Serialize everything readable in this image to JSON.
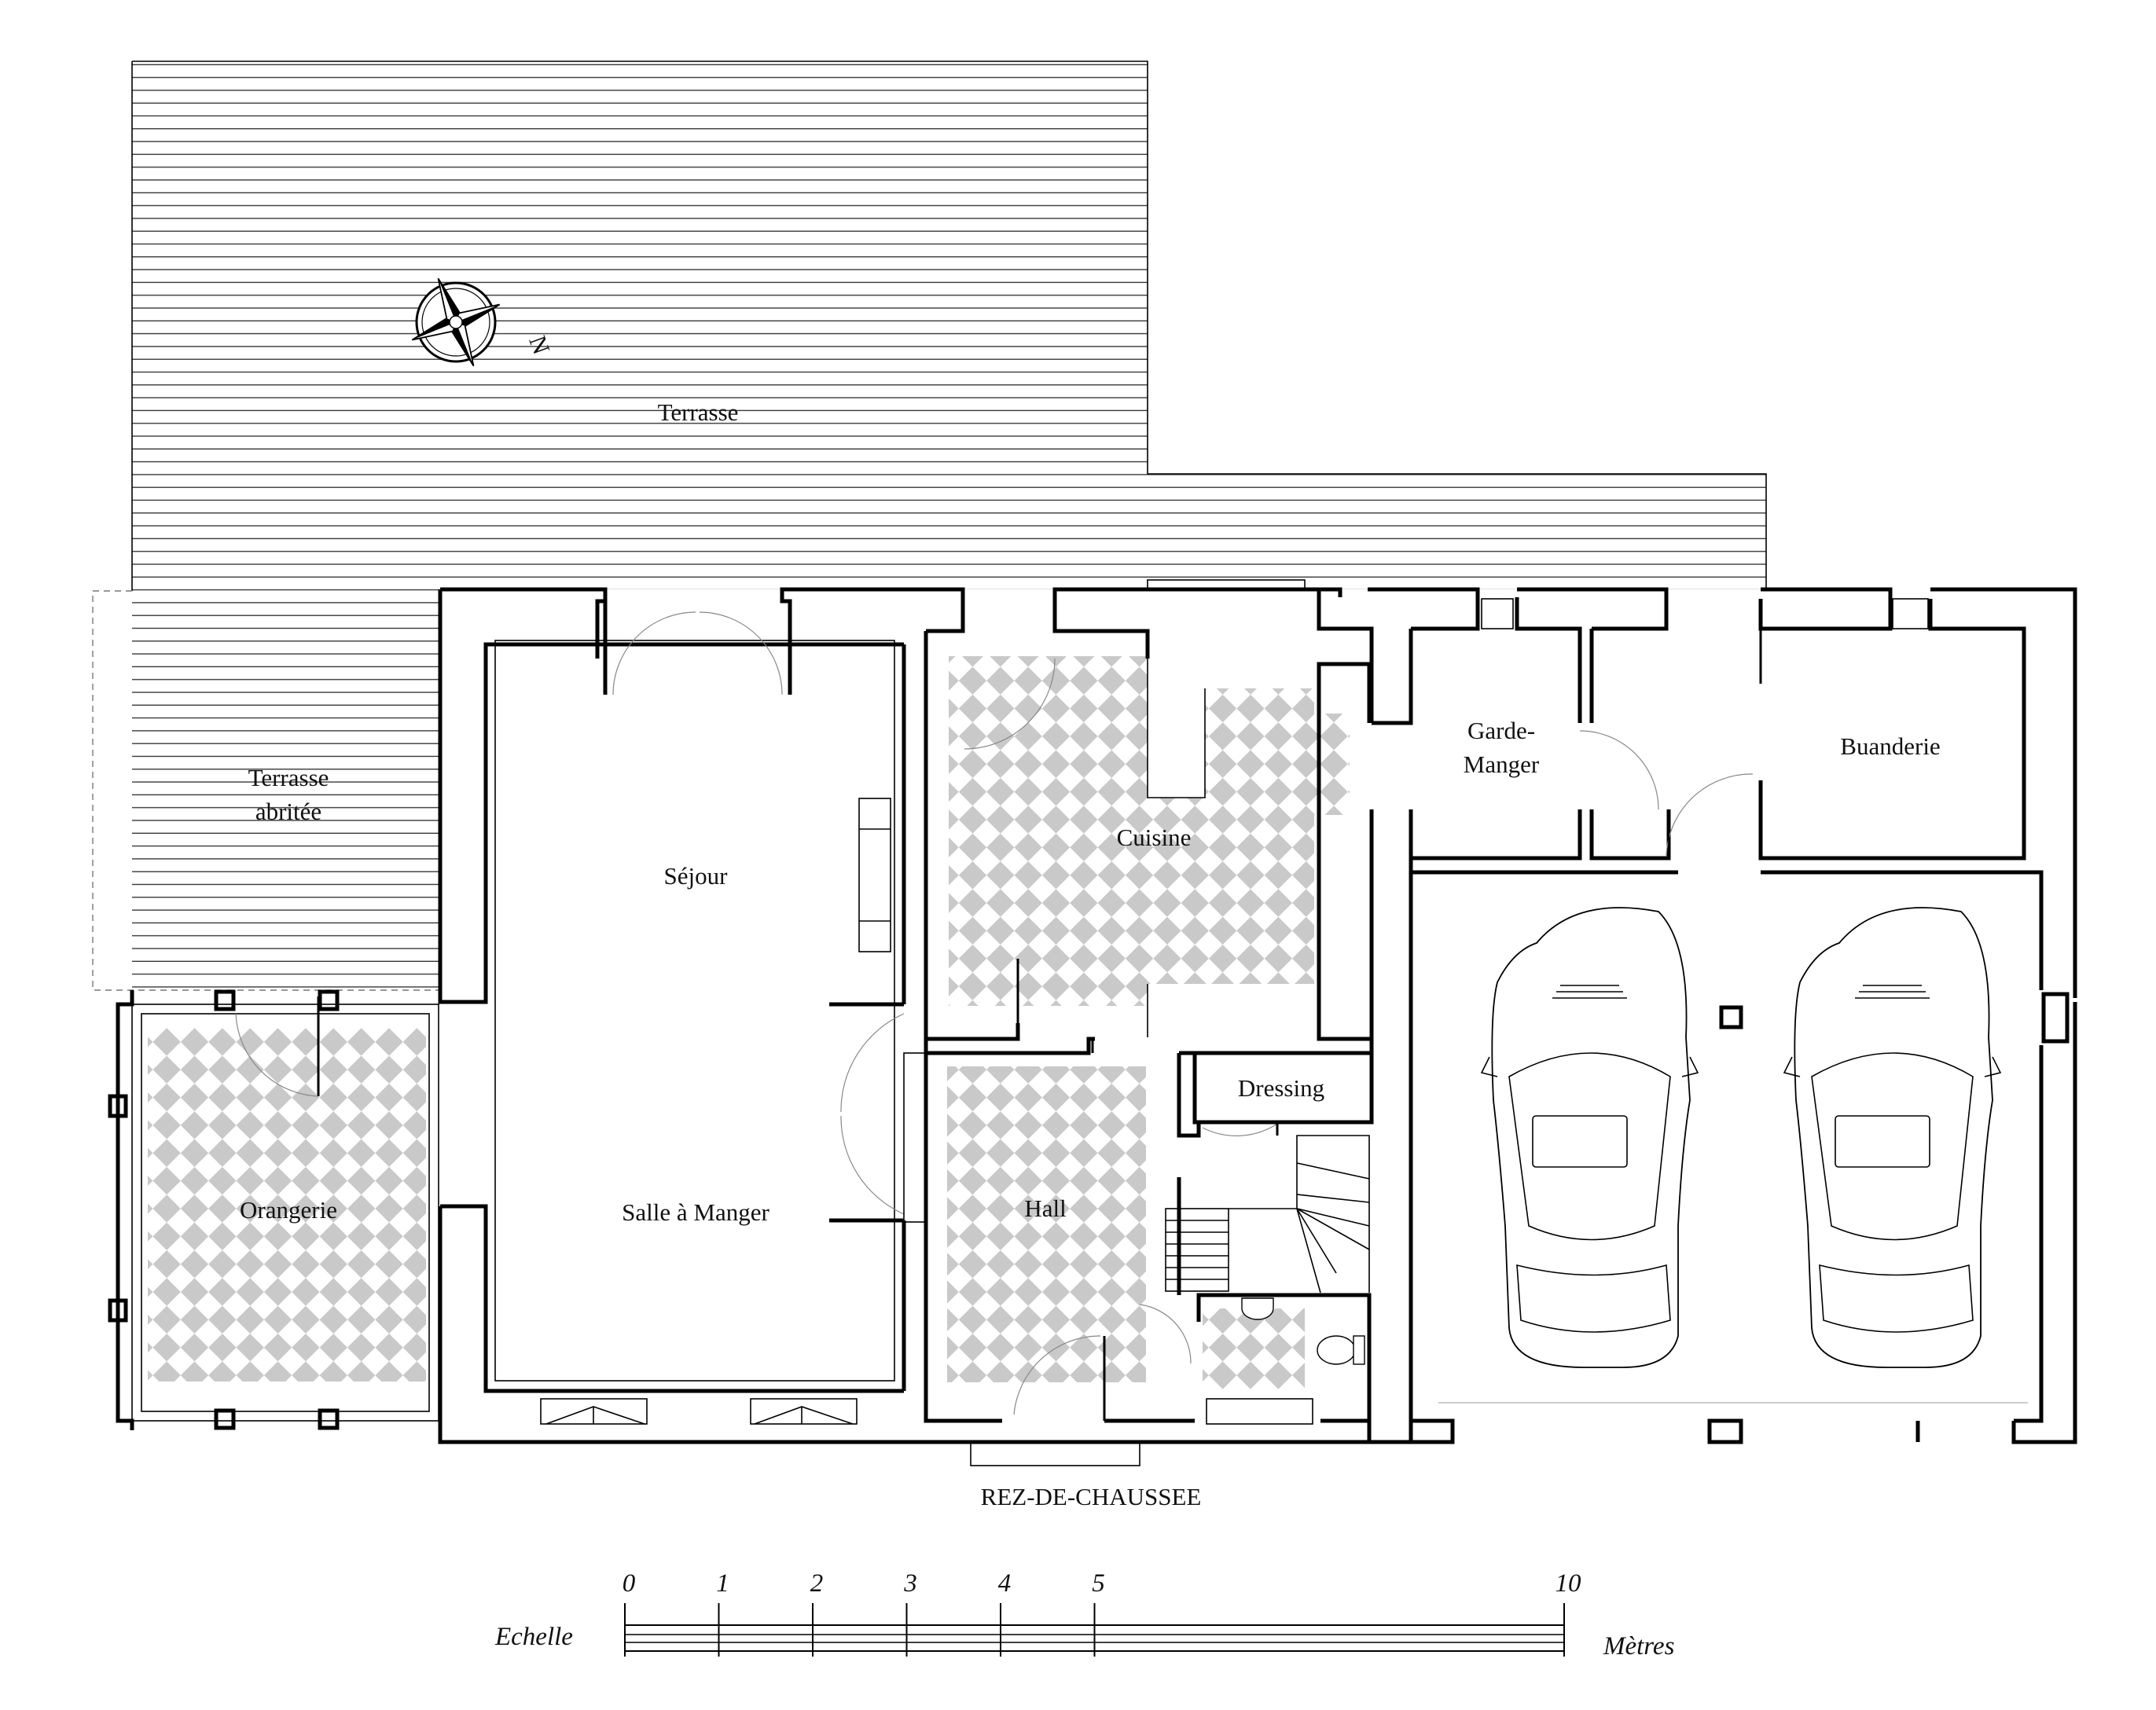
{
  "title": "REZ-DE-CHAUSSEE",
  "rooms": {
    "terrasse": "Terrasse",
    "terrasse_abritee_line1": "Terrasse",
    "terrasse_abritee_line2": "abritée",
    "sejour": "Séjour",
    "salle_a_manger": "Salle à Manger",
    "cuisine": "Cuisine",
    "garde_manger_line1": "Garde-",
    "garde_manger_line2": "Manger",
    "buanderie": "Buanderie",
    "orangerie": "Orangerie",
    "hall": "Hall",
    "dressing": "Dressing"
  },
  "compass": {
    "north_label": "N",
    "icon": "compass-rose-icon"
  },
  "scale": {
    "label": "Echelle",
    "unit": "Mètres",
    "ticks": [
      "0",
      "1",
      "2",
      "3",
      "4",
      "5",
      "10"
    ],
    "tick_values": [
      0,
      1,
      2,
      3,
      4,
      5,
      10
    ]
  },
  "colors": {
    "ink": "#000000",
    "tile": "#cccccc",
    "paper": "#ffffff"
  }
}
